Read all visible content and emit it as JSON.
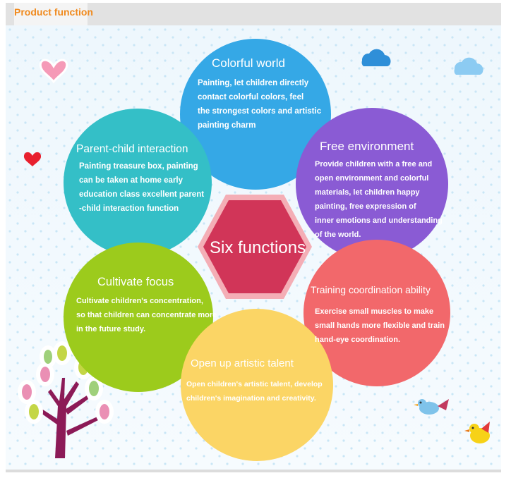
{
  "header": {
    "title": "Product function"
  },
  "center": {
    "label": "Six functions"
  },
  "functions": [
    {
      "title": "Colorful world",
      "desc_lines": [
        "Painting, let children directly",
        "contact colorful colors, feel",
        "the strongest colors and artistic",
        "painting charm"
      ]
    },
    {
      "title": "Free environment",
      "desc_lines": [
        "Provide children with a free and",
        "open environment and colorful",
        "materials, let children happy",
        "painting, free expression of",
        "inner emotions and understanding",
        "of the world."
      ]
    },
    {
      "title": "Training coordination ability",
      "desc_lines": [
        "Exercise small muscles to make",
        "small hands more flexible and train",
        "hand-eye coordination."
      ]
    },
    {
      "title": "Open up artistic talent",
      "desc_lines": [
        "Open children's artistic talent, develop",
        "children's imagination and creativity."
      ]
    },
    {
      "title": "Cultivate focus",
      "desc_lines": [
        "Cultivate children's concentration,",
        "so that children can concentrate more",
        "in the future study."
      ]
    },
    {
      "title": "Parent-child interaction",
      "desc_lines": [
        "Painting treasure box, painting",
        "can be taken at home early",
        "education class excellent parent",
        "-child interaction function"
      ]
    }
  ],
  "colors": {
    "accent": "#f08a1e",
    "colorful_world": "#35a8e6",
    "free_environment": "#8a5bd4",
    "training_coordination": "#f2686b",
    "artistic_talent": "#fbd565",
    "cultivate_focus": "#9ccb1c",
    "parent_child": "#34bfc7",
    "hexagon": "#d13558"
  },
  "icons": [
    "heart-pink-icon",
    "heart-red-icon",
    "cloud-blue-icon",
    "cloud-light-icon",
    "tree-icon",
    "bird-blue-icon",
    "bird-yellow-icon"
  ]
}
